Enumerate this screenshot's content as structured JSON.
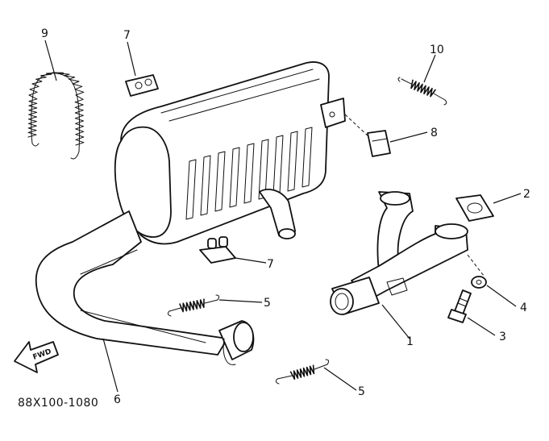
{
  "diagram": {
    "drawing_code": "88X100-1080",
    "find_label": "FWD",
    "callouts": {
      "c1": "1",
      "c2": "2",
      "c3": "3",
      "c4": "4",
      "c5a": "5",
      "c5b": "5",
      "c6": "6",
      "c7a": "7",
      "c7b": "7",
      "c8": "8",
      "c9": "9",
      "c10": "10"
    }
  }
}
